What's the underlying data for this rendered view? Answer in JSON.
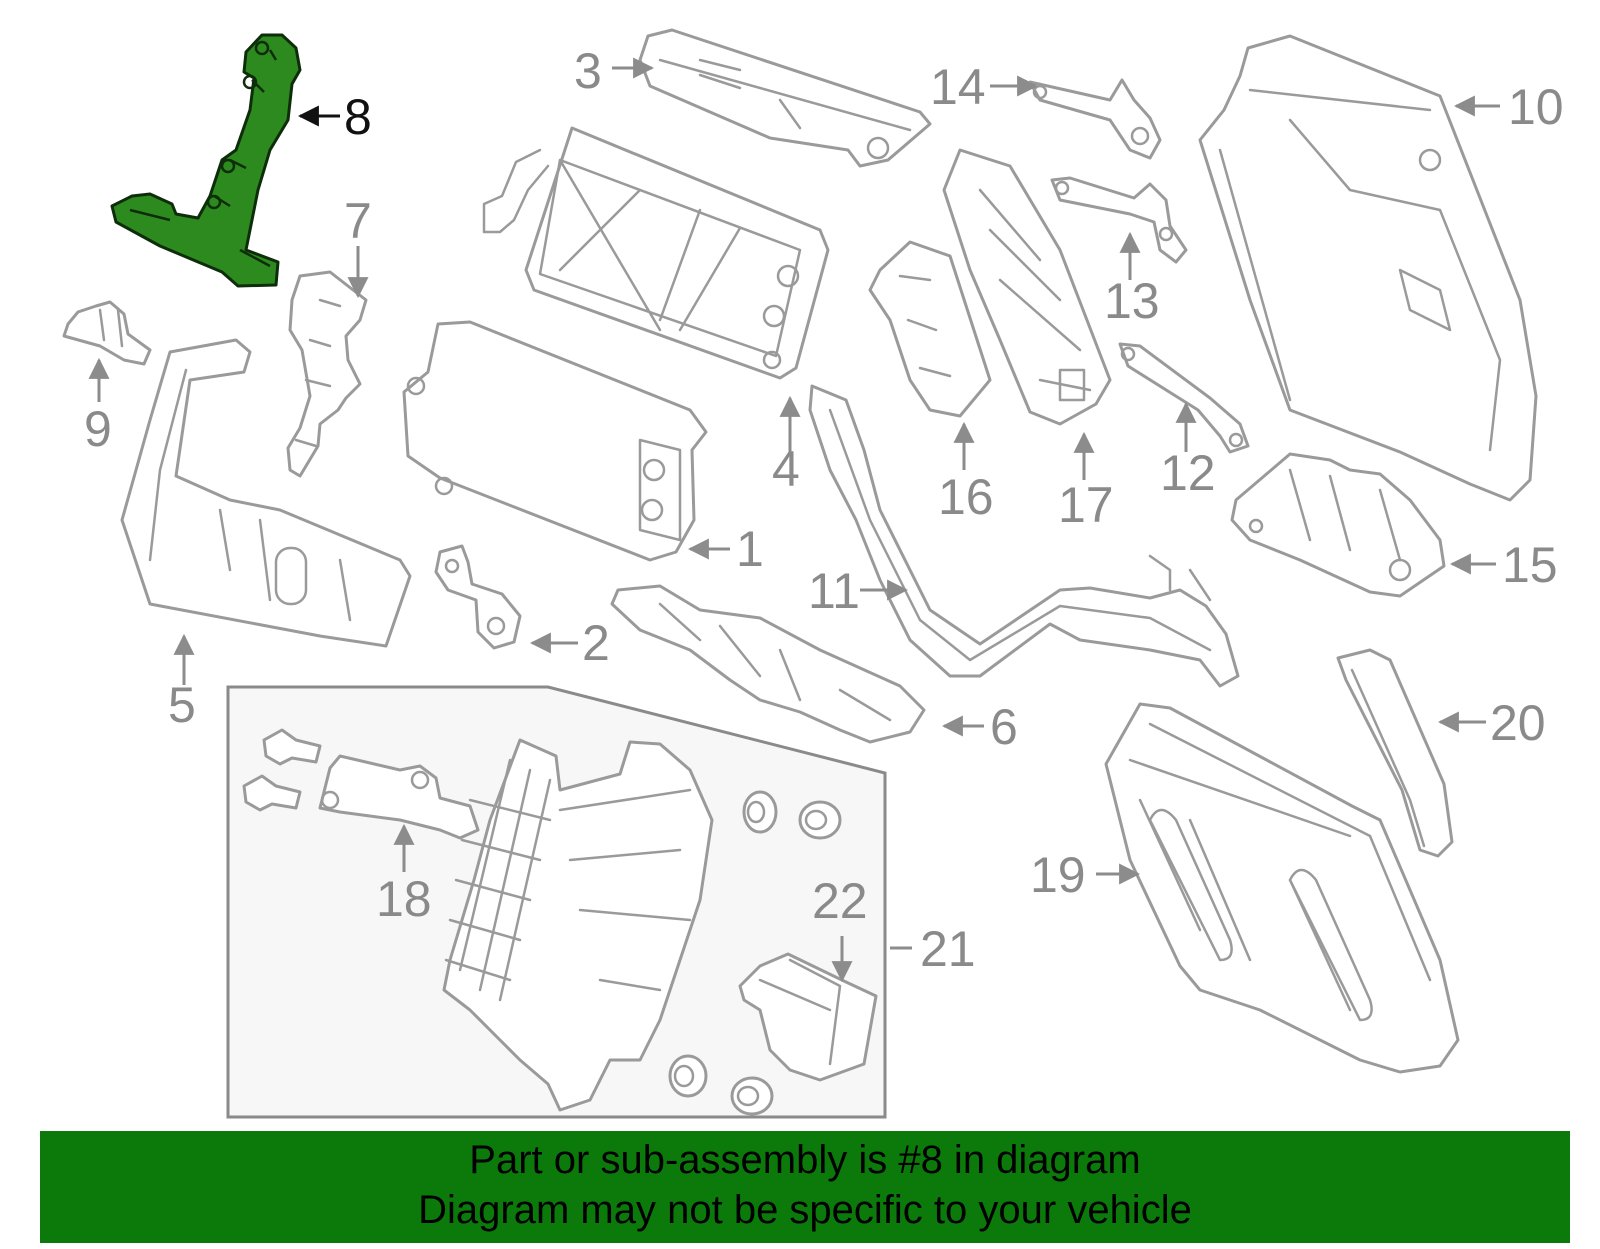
{
  "diagram": {
    "highlight_color": "#2d8a1f",
    "line_color": "#9a9a9a",
    "highlighted_callout": "8",
    "callouts": [
      "1",
      "2",
      "3",
      "4",
      "5",
      "6",
      "7",
      "8",
      "9",
      "10",
      "11",
      "12",
      "13",
      "14",
      "15",
      "16",
      "17",
      "18",
      "19",
      "20",
      "21",
      "22"
    ]
  },
  "banner": {
    "line1": "Part or sub-assembly is #8 in diagram",
    "line2": "Diagram may not be specific to your vehicle",
    "background": "#0b7a0b"
  }
}
